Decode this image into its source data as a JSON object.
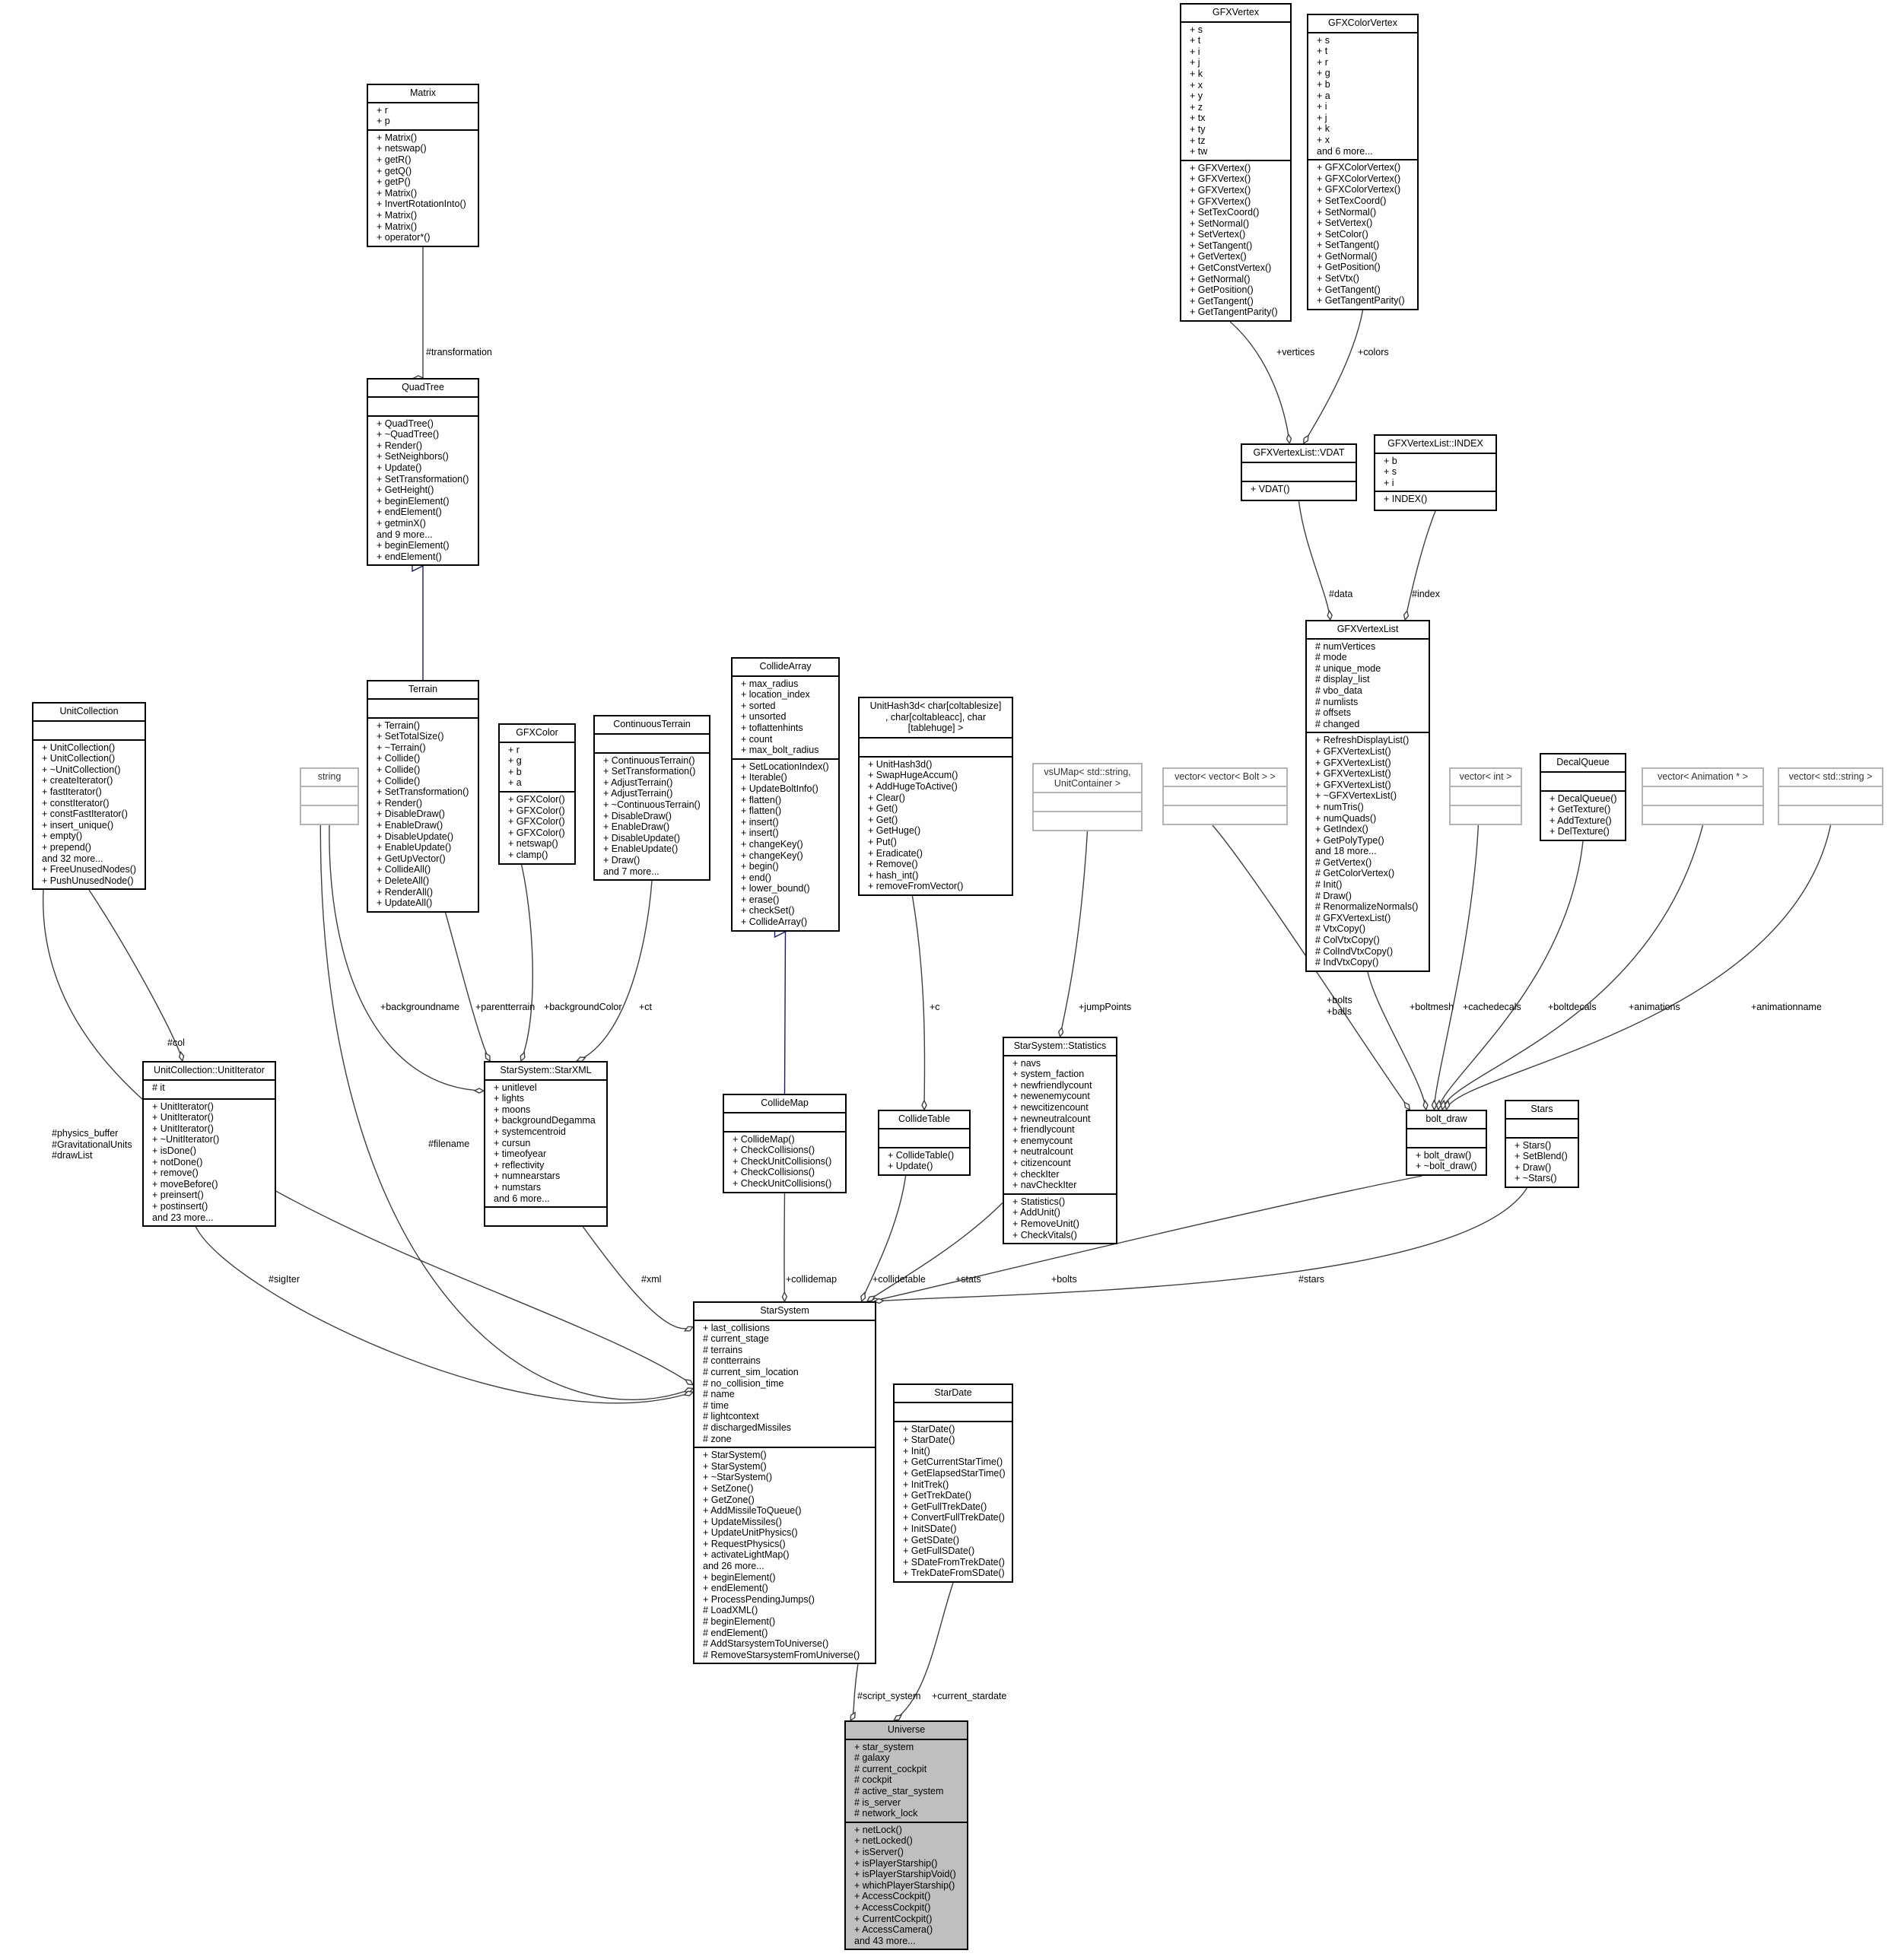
{
  "classes": [
    {
      "id": "Matrix",
      "title": "Matrix",
      "attrs": [
        "+ r",
        "+ p"
      ],
      "ops": [
        "+ Matrix()",
        "+ netswap()",
        "+ getR()",
        "+ getQ()",
        "+ getP()",
        "+ Matrix()",
        "+ InvertRotationInto()",
        "+ Matrix()",
        "+ Matrix()",
        "+ operator*()"
      ]
    },
    {
      "id": "QuadTree",
      "title": "QuadTree",
      "attrs": [],
      "ops": [
        "+ QuadTree()",
        "+ ~QuadTree()",
        "+ Render()",
        "+ SetNeighbors()",
        "+ Update()",
        "+ SetTransformation()",
        "+ GetHeight()",
        "+ beginElement()",
        "+ endElement()",
        "+ getminX()",
        "and 9 more...",
        "+ beginElement()",
        "+ endElement()"
      ]
    },
    {
      "id": "GFXVertex",
      "title": "GFXVertex",
      "attrs": [
        "+ s",
        "+ t",
        "+ i",
        "+ j",
        "+ k",
        "+ x",
        "+ y",
        "+ z",
        "+ tx",
        "+ ty",
        "+ tz",
        "+ tw"
      ],
      "ops": [
        "+ GFXVertex()",
        "+ GFXVertex()",
        "+ GFXVertex()",
        "+ GFXVertex()",
        "+ SetTexCoord()",
        "+ SetNormal()",
        "+ SetVertex()",
        "+ SetTangent()",
        "+ GetVertex()",
        "+ GetConstVertex()",
        "+ GetNormal()",
        "+ GetPosition()",
        "+ GetTangent()",
        "+ GetTangentParity()"
      ]
    },
    {
      "id": "GFXColorVertex",
      "title": "GFXColorVertex",
      "attrs": [
        "+ s",
        "+ t",
        "+ r",
        "+ g",
        "+ b",
        "+ a",
        "+ i",
        "+ j",
        "+ k",
        "+ x",
        "and 6 more..."
      ],
      "ops": [
        "+ GFXColorVertex()",
        "+ GFXColorVertex()",
        "+ GFXColorVertex()",
        "+ SetTexCoord()",
        "+ SetNormal()",
        "+ SetVertex()",
        "+ SetColor()",
        "+ SetTangent()",
        "+ GetNormal()",
        "+ GetPosition()",
        "+ SetVtx()",
        "+ GetTangent()",
        "+ GetTangentParity()"
      ]
    },
    {
      "id": "VDAT",
      "title": "GFXVertexList::VDAT",
      "attrs": [],
      "ops": [
        "+ VDAT()"
      ]
    },
    {
      "id": "INDEX",
      "title": "GFXVertexList::INDEX",
      "attrs": [
        "+ b",
        "+ s",
        "+ i"
      ],
      "ops": [
        "+ INDEX()"
      ]
    },
    {
      "id": "GFXVertexList",
      "title": "GFXVertexList",
      "attrs": [
        "# numVertices",
        "# mode",
        "# unique_mode",
        "# display_list",
        "# vbo_data",
        "# numlists",
        "# offsets",
        "# changed"
      ],
      "ops": [
        "+ RefreshDisplayList()",
        "+ GFXVertexList()",
        "+ GFXVertexList()",
        "+ GFXVertexList()",
        "+ GFXVertexList()",
        "+ ~GFXVertexList()",
        "+ numTris()",
        "+ numQuads()",
        "+ GetIndex()",
        "+ GetPolyType()",
        "and 18 more...",
        "# GetVertex()",
        "# GetColorVertex()",
        "# Init()",
        "# Draw()",
        "# RenormalizeNormals()",
        "# GFXVertexList()",
        "# VtxCopy()",
        "# ColVtxCopy()",
        "# ColIndVtxCopy()",
        "# IndVtxCopy()"
      ]
    },
    {
      "id": "UnitCollection",
      "title": "UnitCollection",
      "attrs": [],
      "ops": [
        "+ UnitCollection()",
        "+ UnitCollection()",
        "+ ~UnitCollection()",
        "+ createIterator()",
        "+ fastIterator()",
        "+ constIterator()",
        "+ constFastIterator()",
        "+ insert_unique()",
        "+ empty()",
        "+ prepend()",
        "and 32 more...",
        "+ FreeUnusedNodes()",
        "+ PushUnusedNode()"
      ]
    },
    {
      "id": "Terrain",
      "title": "Terrain",
      "attrs": [],
      "ops": [
        "+ Terrain()",
        "+ SetTotalSize()",
        "+ ~Terrain()",
        "+ Collide()",
        "+ Collide()",
        "+ Collide()",
        "+ SetTransformation()",
        "+ Render()",
        "+ DisableDraw()",
        "+ EnableDraw()",
        "+ DisableUpdate()",
        "+ EnableUpdate()",
        "+ GetUpVector()",
        "+ CollideAll()",
        "+ DeleteAll()",
        "+ RenderAll()",
        "+ UpdateAll()"
      ]
    },
    {
      "id": "string",
      "title": "string",
      "ext": true,
      "attrs": [],
      "ops": []
    },
    {
      "id": "GFXColor",
      "title": "GFXColor",
      "attrs": [
        "+ r",
        "+ g",
        "+ b",
        "+ a"
      ],
      "ops": [
        "+ GFXColor()",
        "+ GFXColor()",
        "+ GFXColor()",
        "+ GFXColor()",
        "+ netswap()",
        "+ clamp()"
      ]
    },
    {
      "id": "ContinuousTerrain",
      "title": "ContinuousTerrain",
      "attrs": [],
      "ops": [
        "+ ContinuousTerrain()",
        "+ SetTransformation()",
        "+ AdjustTerrain()",
        "+ AdjustTerrain()",
        "+ ~ContinuousTerrain()",
        "+ DisableDraw()",
        "+ EnableDraw()",
        "+ DisableUpdate()",
        "+ EnableUpdate()",
        "+ Draw()",
        "and 7 more..."
      ]
    },
    {
      "id": "CollideArray",
      "title": "CollideArray",
      "attrs": [
        "+ max_radius",
        "+ location_index",
        "+ sorted",
        "+ unsorted",
        "+ toflattenhints",
        "+ count",
        "+ max_bolt_radius"
      ],
      "ops": [
        "+ SetLocationIndex()",
        "+ Iterable()",
        "+ UpdateBoltInfo()",
        "+ flatten()",
        "+ flatten()",
        "+ insert()",
        "+ insert()",
        "+ changeKey()",
        "+ changeKey()",
        "+ begin()",
        "+ end()",
        "+ lower_bound()",
        "+ erase()",
        "+ checkSet()",
        "+ CollideArray()"
      ]
    },
    {
      "id": "UnitHash3d",
      "title": "UnitHash3d< char[coltablesize]\n, char[coltableacc], char\n[tablehuge] >",
      "attrs": [],
      "ops": [
        "+ UnitHash3d()",
        "+ SwapHugeAccum()",
        "+ AddHugeToActive()",
        "+ Clear()",
        "+ Get()",
        "+ Get()",
        "+ GetHuge()",
        "+ Put()",
        "+ Eradicate()",
        "+ Remove()",
        "+ hash_int()",
        "+ removeFromVector()"
      ]
    },
    {
      "id": "vsUMap",
      "title": "vsUMap< std::string,\nUnitContainer >",
      "ext": true,
      "attrs": [],
      "ops": []
    },
    {
      "id": "vecvecBolt",
      "title": "vector< vector< Bolt > >",
      "ext": true,
      "attrs": [],
      "ops": []
    },
    {
      "id": "vecint",
      "title": "vector< int >",
      "ext": true,
      "attrs": [],
      "ops": []
    },
    {
      "id": "DecalQueue",
      "title": "DecalQueue",
      "attrs": [],
      "ops": [
        "+ DecalQueue()",
        "+ GetTexture()",
        "+ AddTexture()",
        "+ DelTexture()"
      ]
    },
    {
      "id": "vecAnim",
      "title": "vector< Animation * >",
      "ext": true,
      "attrs": [],
      "ops": []
    },
    {
      "id": "vecstr",
      "title": "vector< std::string >",
      "ext": true,
      "attrs": [],
      "ops": []
    },
    {
      "id": "UnitIterator",
      "title": "UnitCollection::UnitIterator",
      "attrs": [
        "# it"
      ],
      "ops": [
        "+ UnitIterator()",
        "+ UnitIterator()",
        "+ UnitIterator()",
        "+ ~UnitIterator()",
        "+ isDone()",
        "+ notDone()",
        "+ remove()",
        "+ moveBefore()",
        "+ preinsert()",
        "+ postinsert()",
        "and 23 more..."
      ]
    },
    {
      "id": "StarXML",
      "title": "StarSystem::StarXML",
      "attrs": [
        "+ unitlevel",
        "+ lights",
        "+ moons",
        "+ backgroundDegamma",
        "+ systemcentroid",
        "+ cursun",
        "+ timeofyear",
        "+ reflectivity",
        "+ numnearstars",
        "+ numstars",
        "and 6 more..."
      ],
      "ops": []
    },
    {
      "id": "CollideMap",
      "title": "CollideMap",
      "attrs": [],
      "ops": [
        "+ CollideMap()",
        "+ CheckCollisions()",
        "+ CheckUnitCollisions()",
        "+ CheckCollisions()",
        "+ CheckUnitCollisions()"
      ]
    },
    {
      "id": "CollideTable",
      "title": "CollideTable",
      "attrs": [],
      "ops": [
        "+ CollideTable()",
        "+ Update()"
      ]
    },
    {
      "id": "Statistics",
      "title": "StarSystem::Statistics",
      "attrs": [
        "+ navs",
        "+ system_faction",
        "+ newfriendlycount",
        "+ newenemycount",
        "+ newcitizencount",
        "+ newneutralcount",
        "+ friendlycount",
        "+ enemycount",
        "+ neutralcount",
        "+ citizencount",
        "+ checkIter",
        "+ navCheckIter"
      ],
      "ops": [
        "+ Statistics()",
        "+ AddUnit()",
        "+ RemoveUnit()",
        "+ CheckVitals()"
      ]
    },
    {
      "id": "bolt_draw",
      "title": "bolt_draw",
      "attrs": [],
      "ops": [
        "+ bolt_draw()",
        "+ ~bolt_draw()"
      ]
    },
    {
      "id": "Stars",
      "title": "Stars",
      "attrs": [],
      "ops": [
        "+ Stars()",
        "+ SetBlend()",
        "+ Draw()",
        "+ ~Stars()"
      ]
    },
    {
      "id": "StarSystem",
      "title": "StarSystem",
      "attrs": [
        "+ last_collisions",
        "# current_stage",
        "# terrains",
        "# contterrains",
        "# current_sim_location",
        "# no_collision_time",
        "# name",
        "# time",
        "# lightcontext",
        "# dischargedMissiles",
        "# zone"
      ],
      "ops": [
        "+ StarSystem()",
        "+ StarSystem()",
        "+ ~StarSystem()",
        "+ SetZone()",
        "+ GetZone()",
        "+ AddMissileToQueue()",
        "+ UpdateMissiles()",
        "+ UpdateUnitPhysics()",
        "+ RequestPhysics()",
        "+ activateLightMap()",
        "and 26 more...",
        "+ beginElement()",
        "+ endElement()",
        "+ ProcessPendingJumps()",
        "# LoadXML()",
        "# beginElement()",
        "# endElement()",
        "# AddStarsystemToUniverse()",
        "# RemoveStarsystemFromUniverse()"
      ]
    },
    {
      "id": "StarDate",
      "title": "StarDate",
      "attrs": [],
      "ops": [
        "+ StarDate()",
        "+ StarDate()",
        "+ Init()",
        "+ GetCurrentStarTime()",
        "+ GetElapsedStarTime()",
        "+ InitTrek()",
        "+ GetTrekDate()",
        "+ GetFullTrekDate()",
        "+ ConvertFullTrekDate()",
        "+ InitSDate()",
        "+ GetSDate()",
        "+ GetFullSDate()",
        "+ SDateFromTrekDate()",
        "+ TrekDateFromSDate()"
      ]
    },
    {
      "id": "Universe",
      "title": "Universe",
      "focus": true,
      "attrs": [
        "+ star_system",
        "# galaxy",
        "# current_cockpit",
        "# cockpit",
        "# active_star_system",
        "# is_server",
        "# network_lock"
      ],
      "ops": [
        "+ netLock()",
        "+ netLocked()",
        "+ isServer()",
        "+ isPlayerStarship()",
        "+ isPlayerStarshipVoid()",
        "+ whichPlayerStarship()",
        "+ AccessCockpit()",
        "+ AccessCockpit()",
        "+ CurrentCockpit()",
        "+ AccessCamera()",
        "and 43 more..."
      ]
    }
  ],
  "edge_labels": [
    {
      "id": "transformation",
      "text": "#transformation"
    },
    {
      "id": "vertices",
      "text": "+vertices"
    },
    {
      "id": "colors",
      "text": "+colors"
    },
    {
      "id": "data",
      "text": "#data"
    },
    {
      "id": "index",
      "text": "#index"
    },
    {
      "id": "col",
      "text": "#col"
    },
    {
      "id": "backgroundname",
      "text": "+backgroundname"
    },
    {
      "id": "parentterrain",
      "text": "+parentterrain"
    },
    {
      "id": "backgroundColor",
      "text": "+backgroundColor"
    },
    {
      "id": "ct",
      "text": "+ct"
    },
    {
      "id": "c",
      "text": "+c"
    },
    {
      "id": "jumpPoints",
      "text": "+jumpPoints"
    },
    {
      "id": "bolts_balls",
      "text": "+bolts\n+balls"
    },
    {
      "id": "boltmesh",
      "text": "+boltmesh"
    },
    {
      "id": "cachedecals",
      "text": "+cachedecals"
    },
    {
      "id": "boltdecals",
      "text": "+boltdecals"
    },
    {
      "id": "animations",
      "text": "+animations"
    },
    {
      "id": "animationname",
      "text": "+animationname"
    },
    {
      "id": "physics",
      "text": "#physics_buffer\n#GravitationalUnits\n#drawList"
    },
    {
      "id": "filename",
      "text": "#filename"
    },
    {
      "id": "sigIter",
      "text": "#sigIter"
    },
    {
      "id": "xml",
      "text": "#xml"
    },
    {
      "id": "collidemap",
      "text": "+collidemap"
    },
    {
      "id": "collidetable",
      "text": "+collidetable"
    },
    {
      "id": "stats",
      "text": "+stats"
    },
    {
      "id": "bolts",
      "text": "+bolts"
    },
    {
      "id": "stars",
      "text": "#stars"
    },
    {
      "id": "script_system",
      "text": "#script_system"
    },
    {
      "id": "current_stardate",
      "text": "+current_stardate"
    }
  ]
}
